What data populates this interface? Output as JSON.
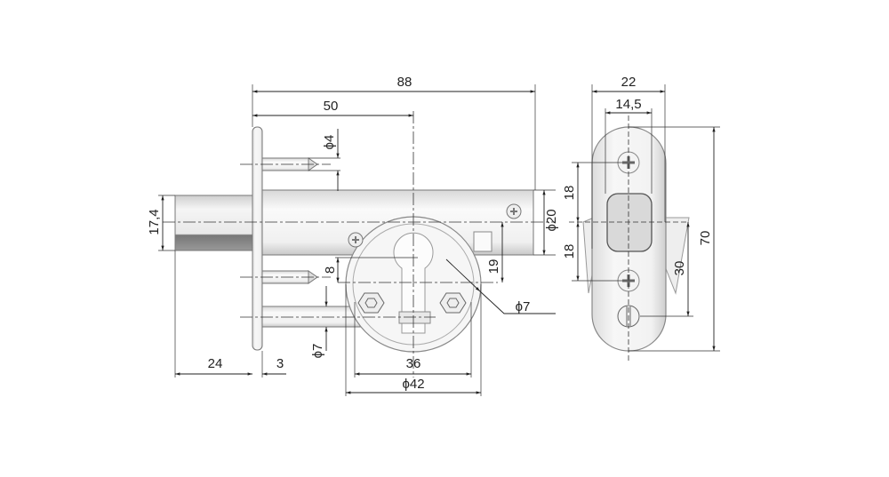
{
  "drawing": {
    "front_view": {
      "overall_length": "88",
      "to_center": "50",
      "pin_diameter": "ϕ4",
      "cylinder_diameter": "17,4",
      "cylinder_length": "24",
      "flange_thickness": "3",
      "bolt_diameter": "ϕ20",
      "keyhole_offset": "8",
      "center_offset": "19",
      "hole_diameter": "ϕ7",
      "bottom_pin_diameter": "ϕ7",
      "screw_spacing": "36",
      "rosette_diameter": "ϕ42"
    },
    "side_view": {
      "width": "22",
      "inner_width": "14,5",
      "height": "70",
      "upper_spacing": "18",
      "lower_spacing": "18",
      "lower_screw_offset": "30"
    }
  }
}
